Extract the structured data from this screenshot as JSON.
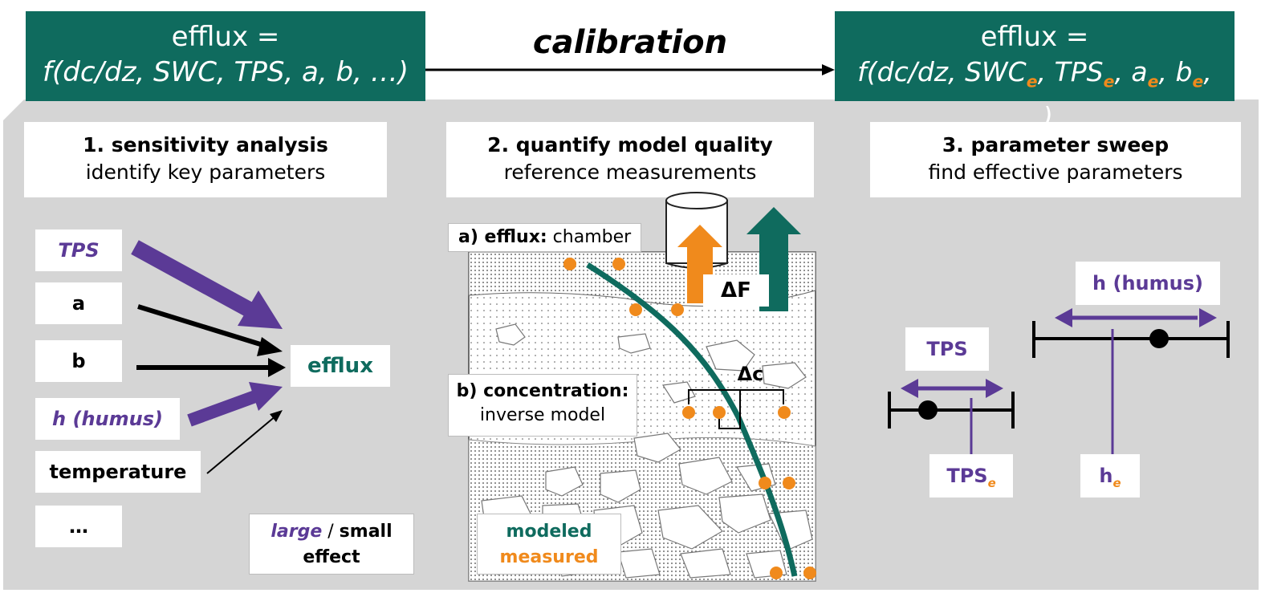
{
  "header_left": {
    "line1": "efflux =",
    "line2": "f(dc/dz, SWC, TPS, a, b, …)"
  },
  "header_center": {
    "label": "calibration"
  },
  "header_right": {
    "line1": "efflux =",
    "parts": [
      "f(dc/dz, SWC",
      ", TPS",
      ", a",
      ", b",
      ", …)"
    ],
    "subscript": "e"
  },
  "panels": [
    {
      "title": "1. sensitivity analysis",
      "subtitle": "identify key parameters"
    },
    {
      "title": "2. quantify model quality",
      "subtitle": "reference measurements"
    },
    {
      "title": "3. parameter sweep",
      "subtitle": "find effective parameters"
    }
  ],
  "sensitivity": {
    "params": [
      "TPS",
      "a",
      "b",
      "h (humus)",
      "temperature",
      "…"
    ],
    "target": "efflux",
    "legend_large": "large",
    "legend_sep": " / ",
    "legend_small": "small",
    "legend_effect": "effect"
  },
  "quality": {
    "efflux_label_bold": "a) efflux:",
    "efflux_label_rest": " chamber",
    "conc_label_bold": "b) concentration:",
    "conc_label_rest": "inverse model",
    "delta_f": "ΔF",
    "delta_c": "Δc",
    "legend_modeled": "modeled",
    "legend_measured": "measured"
  },
  "sweep": {
    "h_label": "h (humus)",
    "tps_label": "TPS",
    "tps_e_base": "TPS",
    "h_e_base": "h",
    "subscript": "e"
  },
  "colors": {
    "teal": "#0f6b5e",
    "purple": "#5b3a96",
    "orange": "#f08a1c",
    "panel_gray": "#d5d5d5"
  }
}
